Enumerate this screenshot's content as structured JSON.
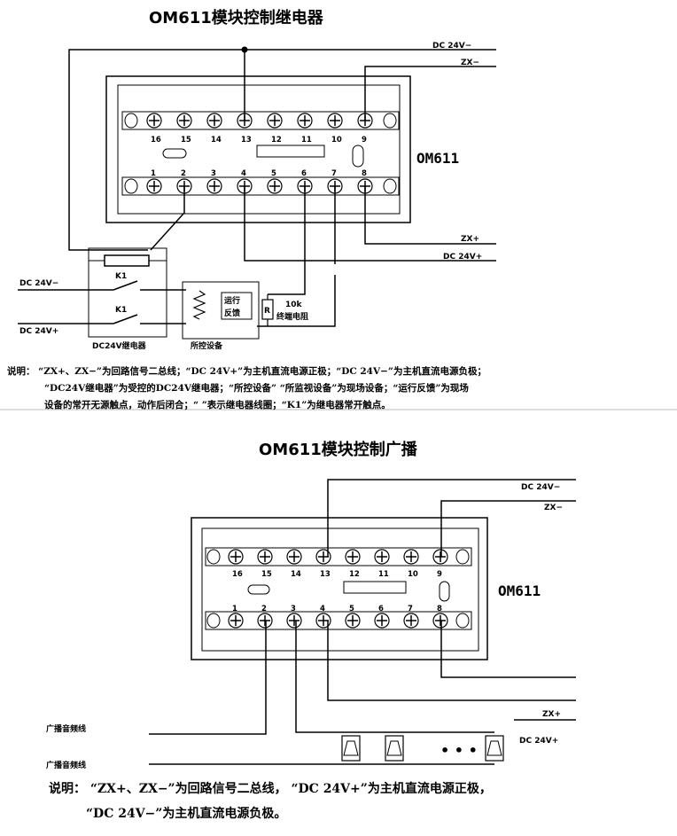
{
  "diagram1": {
    "title": "OM611模块控制继电器",
    "module_label": "OM611",
    "top_terminals": [
      "16",
      "15",
      "14",
      "13",
      "12",
      "11",
      "10",
      "9"
    ],
    "bottom_terminals": [
      "1",
      "2",
      "3",
      "4",
      "5",
      "6",
      "7",
      "8"
    ],
    "wires": {
      "dc_neg_top": "DC 24V−",
      "zx_neg": "ZX−",
      "zx_pos": "ZX+",
      "dc_pos_right": "DC 24V+",
      "dc_neg_left": "DC 24V−",
      "dc_pos_left": "DC 24V+"
    },
    "relay_k1_top": "K1",
    "relay_k1_bottom": "K1",
    "run_feedback": "运行\n反馈",
    "resistor_symbol": "R",
    "resistor_value": "10k",
    "resistor_name": "终端电阻",
    "relay_caption": "DC24V继电器",
    "device_caption": "所控设备",
    "note_lines": [
      "说明： “ZX+、ZX−”为回路信号二总线；“DC 24V+”为主机直流电源正极；“DC 24V−”为主机直流电源负极；",
      "“DC24V继电器”为受控的DC24V继电器；“所控设备” “所监视设备”为现场设备；“运行反馈”为现场",
      "设备的常开无源触点，动作后闭合；“        ”表示继电器线圈；“K1”为继电器常开触点。"
    ]
  },
  "diagram2": {
    "title": "OM611模块控制广播",
    "module_label": "OM611",
    "top_terminals": [
      "16",
      "15",
      "14",
      "13",
      "12",
      "11",
      "10",
      "9"
    ],
    "bottom_terminals": [
      "1",
      "2",
      "3",
      "4",
      "5",
      "6",
      "7",
      "8"
    ],
    "wires": {
      "dc_neg": "DC 24V−",
      "zx_neg": "ZX−",
      "zx_pos": "ZX+",
      "dc_pos": "DC 24V+",
      "audio_1": "广播音频线",
      "audio_2": "广播音频线"
    },
    "ellipsis": "• • •",
    "note_lines": [
      "说明： “ZX+、ZX−”为回路信号二总线， “DC 24V+”为主机直流电源正极，",
      "“DC 24V−”为主机直流电源负极。"
    ]
  }
}
